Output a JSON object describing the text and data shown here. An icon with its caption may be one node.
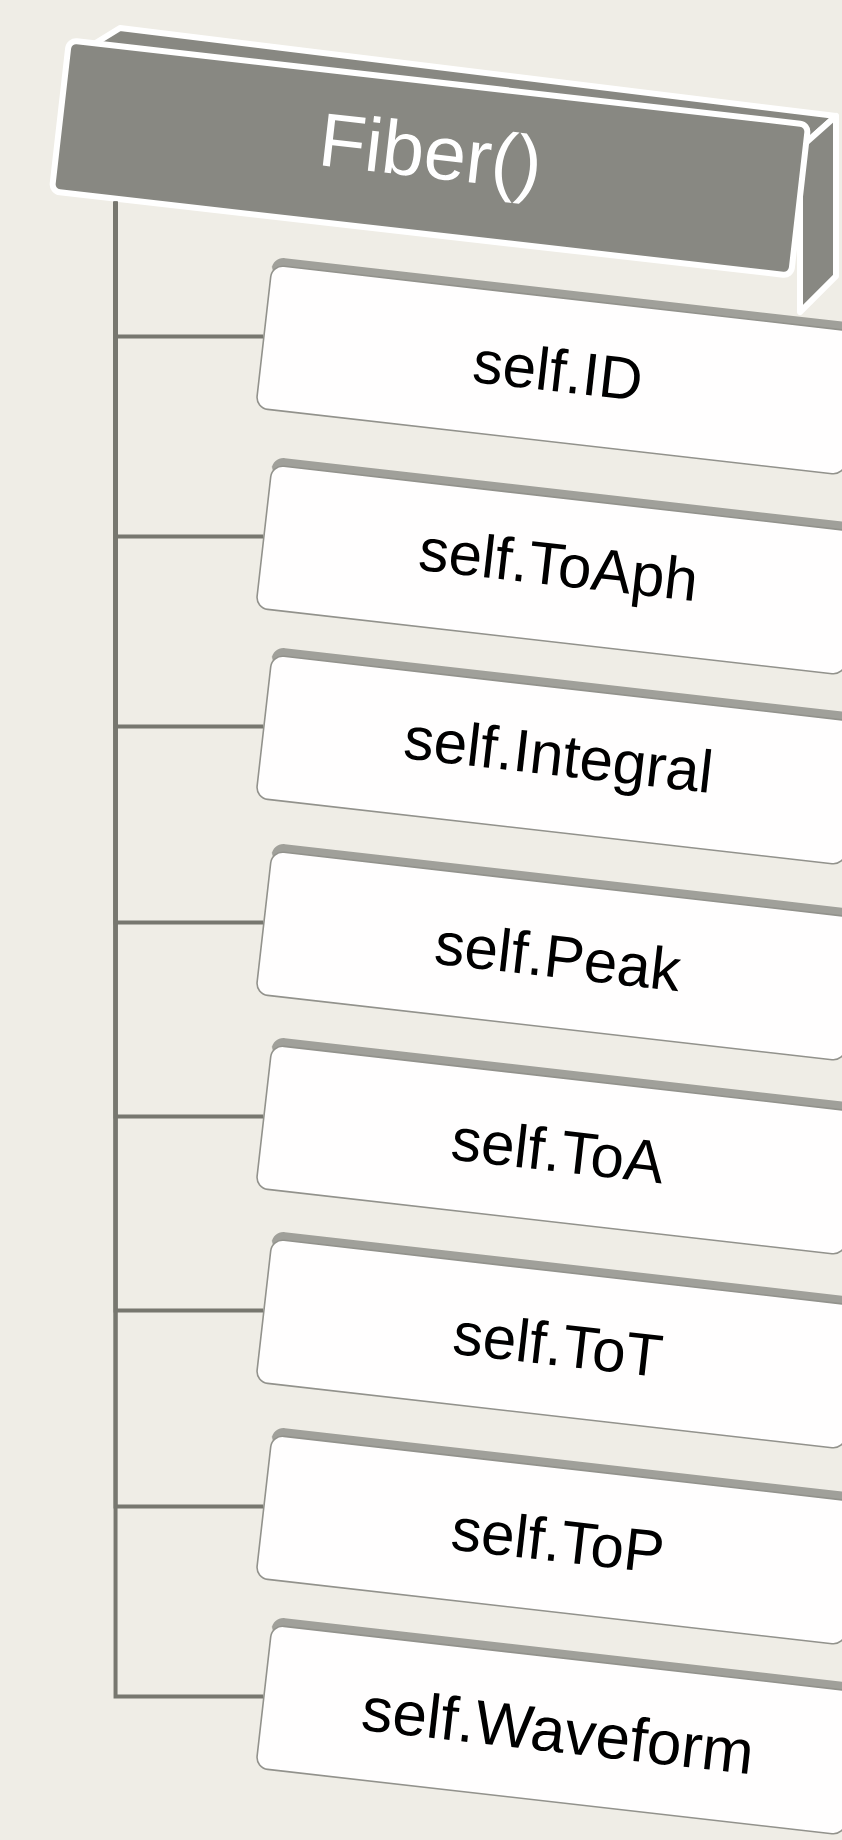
{
  "diagram": {
    "nodes": [
      {
        "text": [
          "Fiber()"
        ]
      },
      {
        "text": [
          "self.ID"
        ]
      },
      {
        "text": [
          "self.ToAph"
        ]
      },
      {
        "text": [
          "self.Integral"
        ]
      },
      {
        "text": [
          "self.Peak"
        ]
      },
      {
        "text": [
          "self.ToA"
        ]
      },
      {
        "text": [
          "self.ToT"
        ]
      },
      {
        "text": [
          "self.ToP"
        ]
      },
      {
        "text": [
          "self.Waveform"
        ]
      }
    ],
    "edges": [
      {
        "from": 0,
        "to": 1,
        "arrow": "none"
      },
      {
        "from": 0,
        "to": 2,
        "arrow": "none"
      },
      {
        "from": 0,
        "to": 3,
        "arrow": "none"
      },
      {
        "from": 0,
        "to": 4,
        "arrow": "none"
      },
      {
        "from": 0,
        "to": 5,
        "arrow": "none"
      },
      {
        "from": 0,
        "to": 6,
        "arrow": "none"
      },
      {
        "from": 0,
        "to": 7,
        "arrow": "none"
      },
      {
        "from": 0,
        "to": 8,
        "arrow": "none"
      }
    ]
  }
}
